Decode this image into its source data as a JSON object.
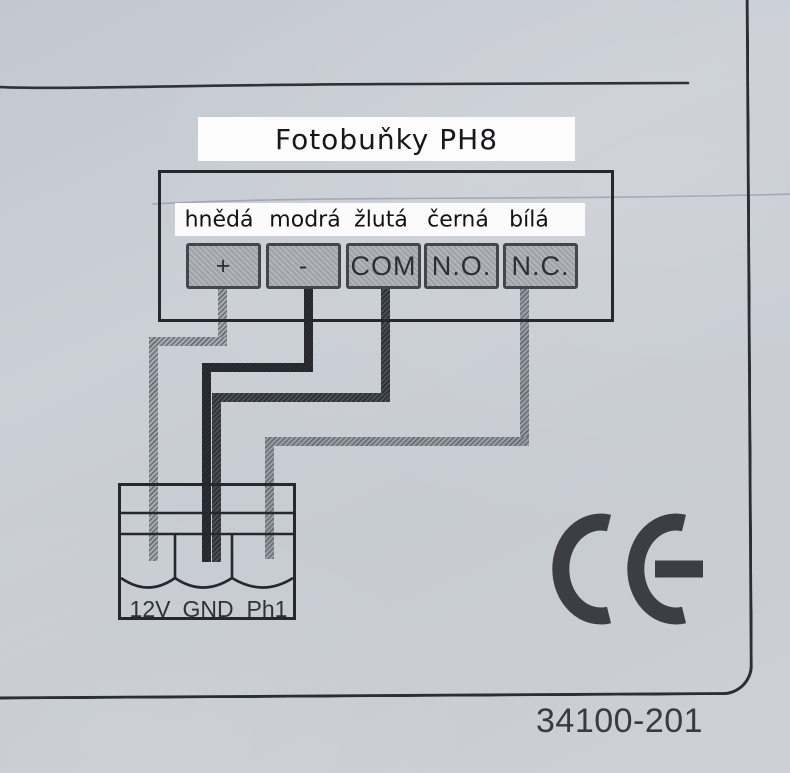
{
  "diagram": {
    "title": "Fotobuňky PH8",
    "wire_labels": [
      "hnědá",
      "modrá",
      "žlutá",
      "černá",
      "bílá"
    ],
    "terminals": [
      "+",
      "-",
      "COM",
      "N.O.",
      "N.C."
    ],
    "connector": {
      "labels": [
        "12V",
        "GND",
        "Ph1"
      ]
    },
    "connections": [
      {
        "from": "+",
        "wire": "hnědá",
        "to": "12V"
      },
      {
        "from": "-",
        "wire": "modrá",
        "to": "GND"
      },
      {
        "from": "COM",
        "wire": "žlutá",
        "to": "GND"
      },
      {
        "from": "N.C.",
        "wire": "bílá",
        "to": "Ph1"
      }
    ],
    "ce_mark": "CE",
    "part_number": "34100-201",
    "colors": {
      "paper": "#c9cdd4",
      "ink": "#26282c"
    }
  }
}
